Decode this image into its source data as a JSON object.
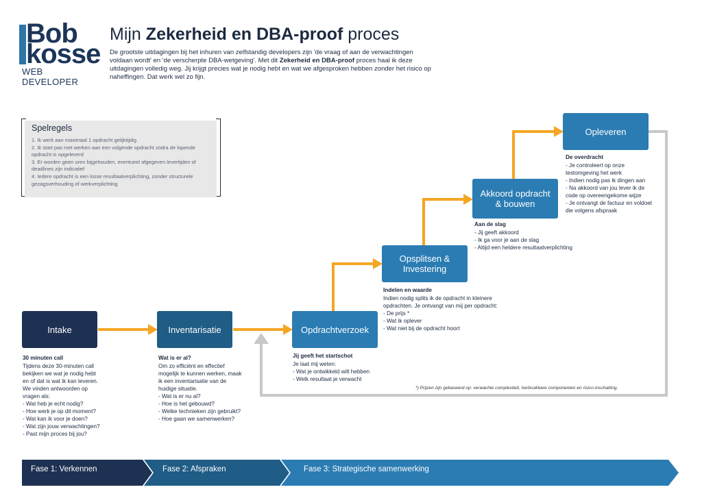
{
  "logo": {
    "line1": "Bob",
    "line2": "kosse",
    "subtitle": "WEB DEVELOPER"
  },
  "header": {
    "title_prefix": "Mijn ",
    "title_bold": "Zekerheid en DBA-proof",
    "title_suffix": " proces",
    "intro_part1": "De grootste uitdagingen bij het inhuren van zelfstandig developers zijn 'de vraag of aan de verwachtingen voldaan wordt' en 'de verscherpte DBA-wetgeving'. Met dit ",
    "intro_bold": "Zekerheid en DBA-proof",
    "intro_part2": " proces haal ik deze uitdagingen volledig weg. Jij krijgt precies wat je nodig hebt en wat we afgesproken hebben zonder het risico op naheffingen. Dat werk wel zo fijn."
  },
  "rules": {
    "title": "Spelregels",
    "items": [
      "1. Ik werk aan maximaal 1 opdracht gelijktijdig",
      "2. Ik start pas met werken aan een volgende opdracht zodra de lopende opdracht is opgeleverd",
      "3. Er worden geen uren bijgehouden, eventueel afgegeven levertijden of deadlines zijn indicatief",
      "4. Iedere opdracht is een losse resultaatverplichting, zonder structurele gezagsverhouding of werkverplichting"
    ]
  },
  "steps": [
    {
      "label": "Intake"
    },
    {
      "label": "Inventarisatie"
    },
    {
      "label": "Opdrachtverzoek"
    },
    {
      "label": "Opsplitsen &\nInvestering"
    },
    {
      "label": "Akkoord opdracht\n& bouwen"
    },
    {
      "label": "Opleveren"
    }
  ],
  "descriptions": {
    "intake": {
      "heading": "30 minuten call",
      "lines": [
        "Tijdens deze 30-minuten call",
        "bekijken we wat je nodig hebt",
        "en of dat is wat ik kan leveren.",
        "We vinden antwoorden op",
        "vragen als:",
        "- Wat heb je echt nodig?",
        "- Hoe werk je op dit moment?",
        "- Wat kan ik voor je doen?",
        "- Wat zijn jouw verwachtingen?",
        "- Past mijn proces bij jou?"
      ]
    },
    "inventarisatie": {
      "heading": "Wat is er al?",
      "lines": [
        "Om zo efficiënt en effectief",
        "mogelijk te kunnen werken, maak",
        "ik een inventarisatie van de",
        "huidige situatie.",
        "- Wat is er nu al?",
        "- Hoe is het gebouwd?",
        "- Welke technieken zijn gebruikt?",
        "- Hoe gaan we samenwerken?"
      ]
    },
    "opdrachtverzoek": {
      "heading": "Jij geeft het startschot",
      "lines": [
        "Je laat mij weten:",
        "- Wat je ontwikkeld wilt hebben",
        "- Welk resultaat je verwacht"
      ]
    },
    "opsplitsen": {
      "heading": "Indelen en waarde",
      "lines": [
        "Indien nodig splits ik de opdracht in kleinere",
        "opdrachten. Je ontvangt van mij per opdracht:",
        "- De prijs *",
        "- Wat ik oplever",
        "- Wat niet bij de opdracht hoort"
      ]
    },
    "akkoord": {
      "heading": "Aan de slag",
      "lines": [
        "- Jij geeft akkoord",
        "- Ik ga voor je aan de slag",
        "- Altijd een heldere resultaatverplichting"
      ]
    },
    "opleveren": {
      "heading": "De overdracht",
      "lines": [
        "- Je controleert op onze",
        "testomgeving het werk",
        "- Indien nodig pas ik dingen aan",
        "- Na akkoord van jou lever ik de",
        "code op overeengekome wijze",
        "- Je ontvangt de factuur en voldoet",
        "die volgens afspraak"
      ]
    }
  },
  "footnote": "*) Prijzen zijn gebaseerd op: verwachte complexiteit, herbruikbare componenten en risico-inschatting.",
  "phases": [
    {
      "label": "Fase 1: Verkennen"
    },
    {
      "label": "Fase 2: Afspraken"
    },
    {
      "label": "Fase 3: Strategische samenwerking"
    }
  ],
  "colors": {
    "arrow_orange": "#f5a623",
    "loop_gray": "#c8c8c8",
    "dark_navy": "#1f3152",
    "mid_blue": "#1f5c86",
    "light_blue": "#2b7cb3"
  }
}
